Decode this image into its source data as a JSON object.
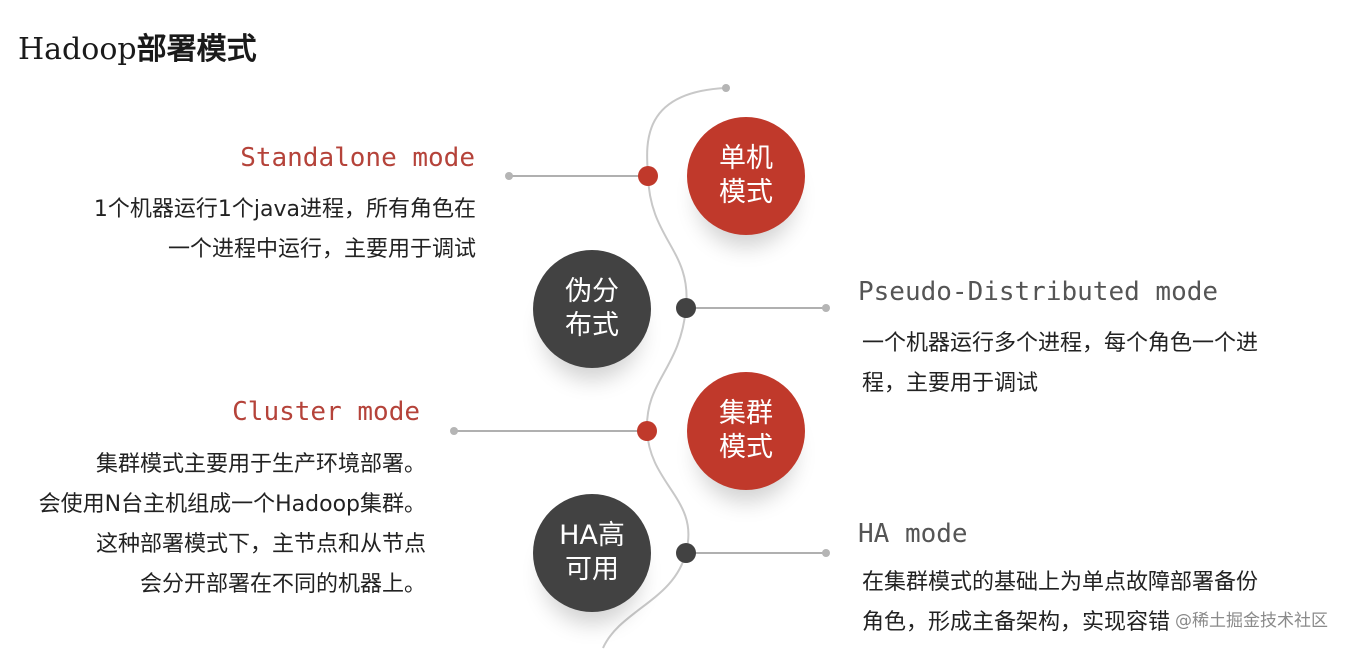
{
  "title": {
    "latin": "Hadoop",
    "cjk": "部署模式"
  },
  "modes": [
    {
      "id": "standalone",
      "circle_label": [
        "单机",
        "模式"
      ],
      "title": "Standalone mode",
      "desc": [
        "1个机器运行1个java进程，所有角色在",
        "一个进程中运行，主要用于调试"
      ]
    },
    {
      "id": "pseudo",
      "circle_label": [
        "伪分",
        "布式"
      ],
      "title": "Pseudo-Distributed mode",
      "desc": [
        "一个机器运行多个进程，每个角色一个进",
        "程，主要用于调试"
      ]
    },
    {
      "id": "cluster",
      "circle_label": [
        "集群",
        "模式"
      ],
      "title": "Cluster mode",
      "desc": [
        "集群模式主要用于生产环境部署。",
        "会使用N台主机组成一个Hadoop集群。",
        "这种部署模式下，主节点和从节点",
        "会分开部署在不同的机器上。"
      ]
    },
    {
      "id": "ha",
      "circle_label": [
        "HA高",
        "可用"
      ],
      "title": "HA mode",
      "desc": [
        "在集群模式的基础上为单点故障部署备份",
        "角色，形成主备架构，实现容错"
      ]
    }
  ],
  "watermark": "@稀土掘金技术社区",
  "colors": {
    "accent_red": "#c0392b",
    "dark_gray": "#424242",
    "line_gray": "#b0b0b0"
  }
}
